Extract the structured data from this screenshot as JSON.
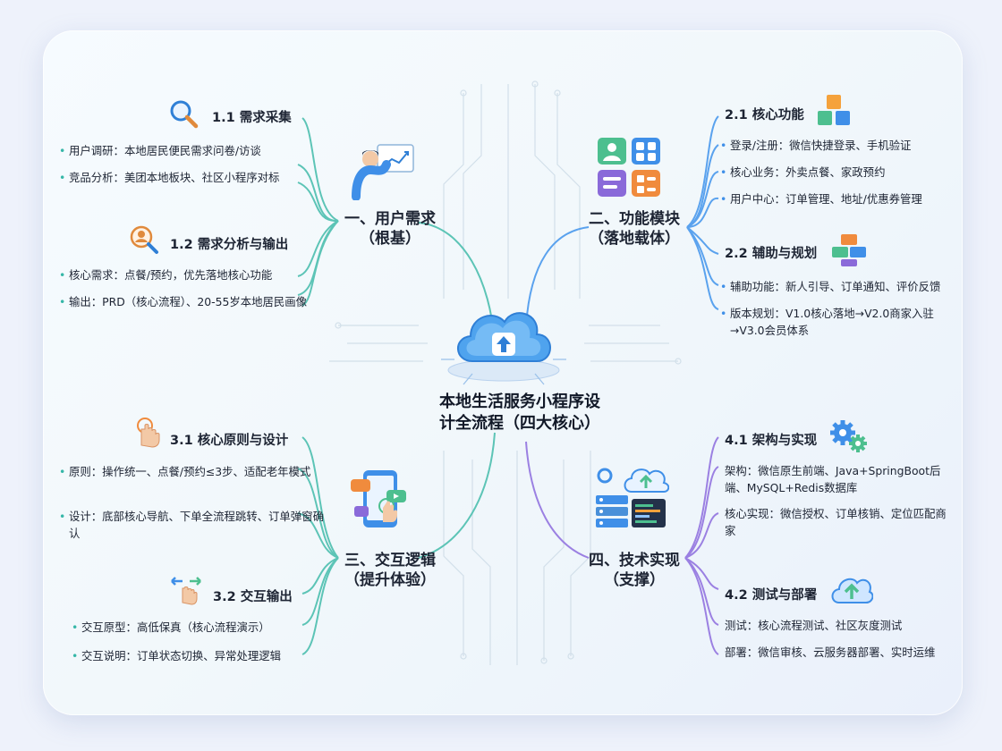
{
  "center": {
    "title_line1": "本地生活服务小程序设",
    "title_line2": "计全流程（四大核心）"
  },
  "branches": {
    "b1": {
      "title_line1": "一、用户需求",
      "title_line2": "（根基）",
      "color": "#36b7a8",
      "sections": [
        {
          "title": "1.1 需求采集",
          "icon": "magnifier-icon",
          "items": [
            "用户调研：本地居民便民需求问卷/访谈",
            "竞品分析：美团本地板块、社区小程序对标"
          ]
        },
        {
          "title": "1.2 需求分析与输出",
          "icon": "user-search-icon",
          "items": [
            "核心需求：点餐/预约，优先落地核心功能",
            "输出：PRD（核心流程）、20-55岁本地居民画像"
          ]
        }
      ]
    },
    "b2": {
      "title_line1": "二、功能模块",
      "title_line2": "（落地载体）",
      "color": "#3f8fe8",
      "sections": [
        {
          "title": "2.1 核心功能",
          "icon": "cubes-icon",
          "items": [
            "登录/注册：微信快捷登录、手机验证",
            "核心业务：外卖点餐、家政预约",
            "用户中心：订单管理、地址/优惠券管理"
          ]
        },
        {
          "title": "2.2 辅助与规划",
          "icon": "blocks-icon",
          "items": [
            "辅助功能：新人引导、订单通知、评价反馈",
            "版本规划：V1.0核心落地→V2.0商家入驻→V3.0会员体系"
          ]
        }
      ]
    },
    "b3": {
      "title_line1": "三、交互逻辑",
      "title_line2": "（提升体验）",
      "color": "#36b7a8",
      "sections": [
        {
          "title": "3.1 核心原则与设计",
          "icon": "tap-hand-icon",
          "items": [
            "原则：操作统一、点餐/预约≤3步、适配老年模式",
            "设计：底部核心导航、下单全流程跳转、订单弹窗确认"
          ]
        },
        {
          "title": "3.2 交互输出",
          "icon": "swipe-hand-icon",
          "items": [
            "交互原型：高低保真（核心流程演示）",
            "交互说明：订单状态切换、异常处理逻辑"
          ]
        }
      ]
    },
    "b4": {
      "title_line1": "四、技术实现",
      "title_line2": "（支撑）",
      "color": "#8a6ad9",
      "sections": [
        {
          "title": "4.1 架构与实现",
          "icon": "gears-icon",
          "items": [
            "架构：微信原生前端、Java+SpringBoot后端、MySQL+Redis数据库",
            "核心实现：微信授权、订单核销、定位匹配商家"
          ]
        },
        {
          "title": "4.2 测试与部署",
          "icon": "cloud-upload-icon",
          "items": [
            "测试：核心流程测试、社区灰度测试",
            "部署：微信审核、云服务器部署、实时运维"
          ]
        }
      ]
    }
  }
}
